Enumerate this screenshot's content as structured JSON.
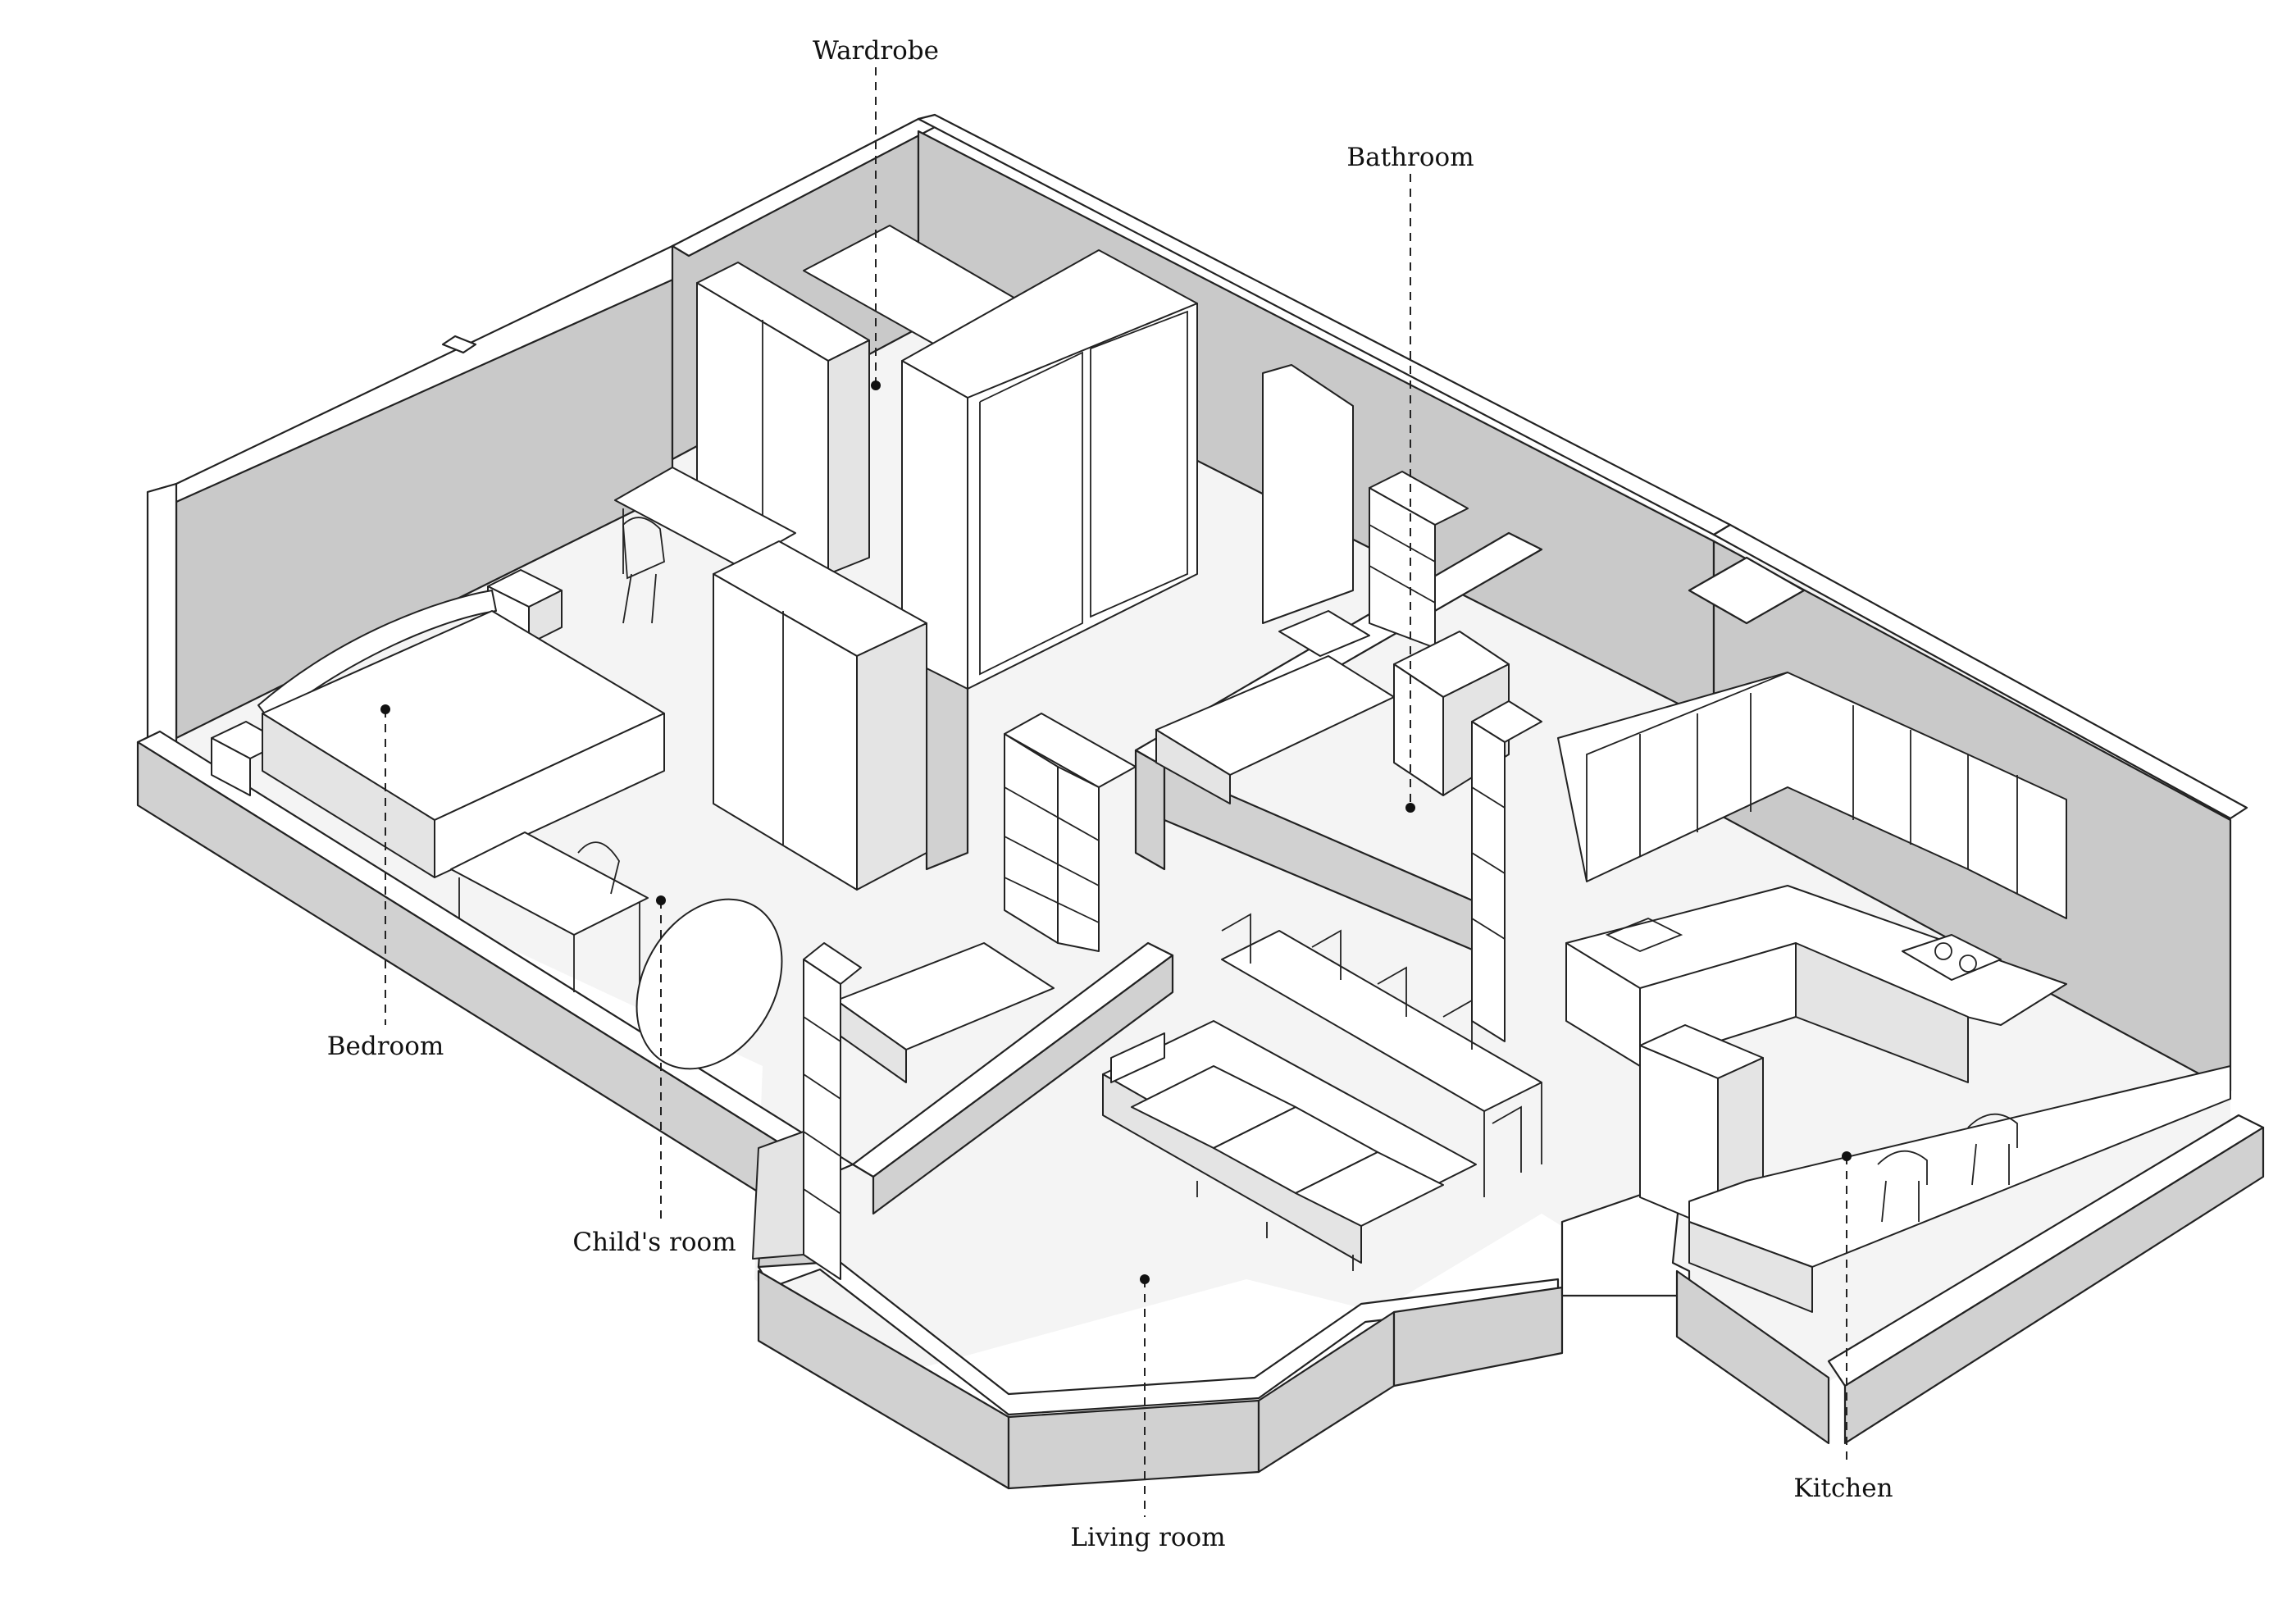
{
  "labels": {
    "wardrobe": "Wardrobe",
    "bathroom": "Bathroom",
    "bedroom": "Bedroom",
    "childs_room": "Child's room",
    "living_room": "Living room",
    "kitchen": "Kitchen"
  },
  "colors": {
    "wall_shade": "#c9c9c9",
    "line": "#222222",
    "background": "#ffffff"
  }
}
